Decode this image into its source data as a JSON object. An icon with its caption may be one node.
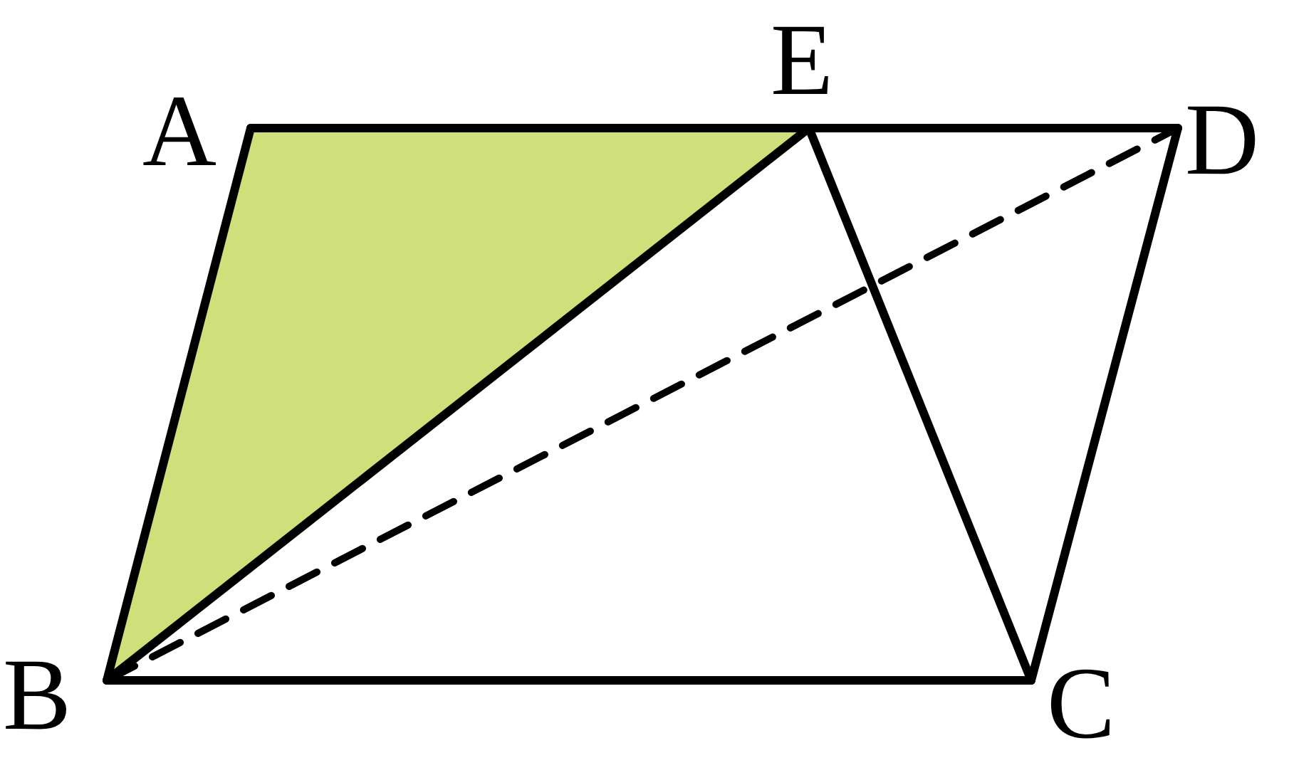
{
  "diagram": {
    "nodes": [
      {
        "text": [
          "A"
        ]
      },
      {
        "text": [
          "E"
        ]
      },
      {
        "text": [
          "D"
        ]
      },
      {
        "text": [
          "B"
        ]
      },
      {
        "text": [
          "C"
        ]
      }
    ],
    "edges": [
      {
        "from": 0,
        "to": 1,
        "arrow": "none"
      },
      {
        "from": 1,
        "to": 2,
        "arrow": "none"
      },
      {
        "from": 2,
        "to": 4,
        "arrow": "none"
      },
      {
        "from": 4,
        "to": 3,
        "arrow": "none"
      },
      {
        "from": 3,
        "to": 0,
        "arrow": "none"
      },
      {
        "from": 3,
        "to": 1,
        "arrow": "none"
      },
      {
        "from": 1,
        "to": 4,
        "arrow": "none"
      },
      {
        "from": 3,
        "to": 2,
        "arrow": "none",
        "style": "dashed"
      }
    ]
  }
}
